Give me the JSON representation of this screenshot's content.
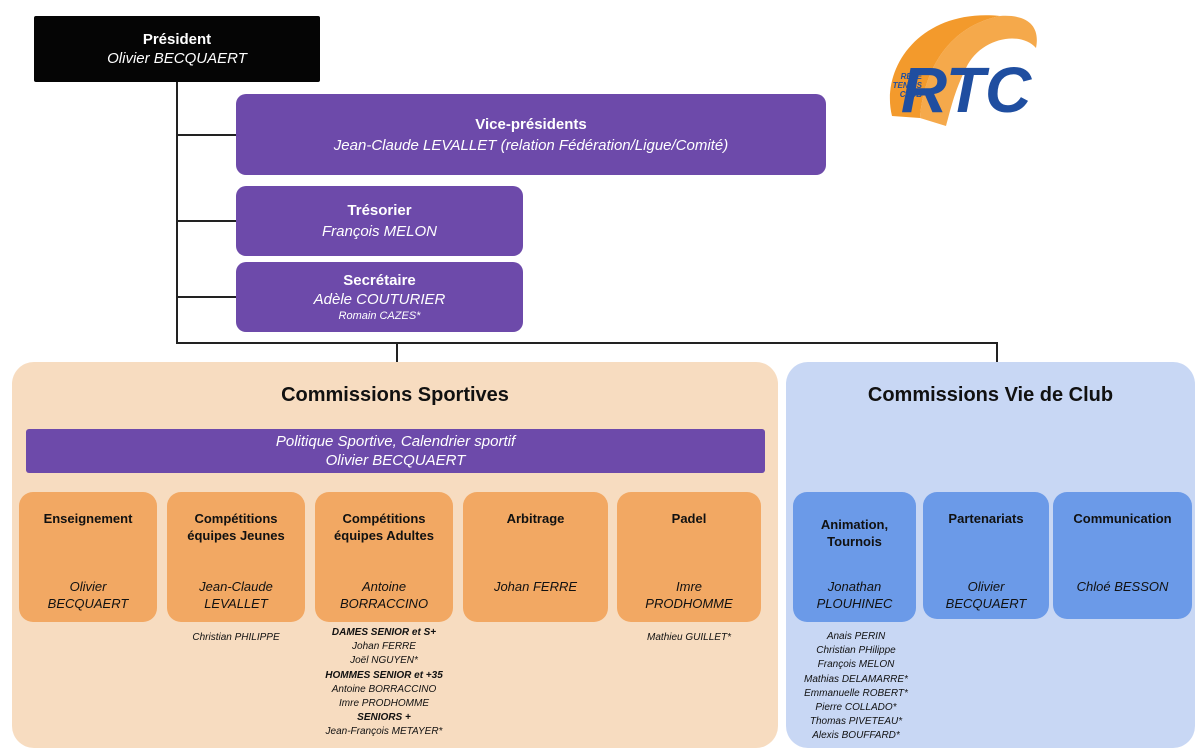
{
  "president": {
    "role": "Président",
    "name": "Olivier BECQUAERT"
  },
  "vice": {
    "role": "Vice-présidents",
    "name": "Jean-Claude LEVALLET  (relation Fédération/Ligue/Comité)"
  },
  "tresorier": {
    "role": "Trésorier",
    "name": "François MELON"
  },
  "secretaire": {
    "role": "Secrétaire",
    "name": "Adèle COUTURIER",
    "deputy": "Romain CAZES*"
  },
  "logo": {
    "line1": "REZÉ",
    "line2": "TENNIS",
    "line3": "CLUB",
    "mark": "RTC",
    "accent": "#f39a2c",
    "ink": "#1f4ea0"
  },
  "sportives": {
    "title": "Commissions Sportives",
    "politique": {
      "role": "Politique Sportive, Calendrier sportif",
      "name": "Olivier BECQUAERT"
    },
    "commissions": [
      {
        "title": "Enseignement",
        "name": "Olivier BECQUAERT",
        "members": []
      },
      {
        "title": "Compétitions équipes Jeunes",
        "name": "Jean-Claude LEVALLET",
        "members": [
          "Christian PHILIPPE"
        ]
      },
      {
        "title": "Compétitions équipes Adultes",
        "name": "Antoine BORRACCINO",
        "members": []
      },
      {
        "title": "Arbitrage",
        "name": "Johan FERRE",
        "members": []
      },
      {
        "title": "Padel",
        "name": "Imre PRODHOMME",
        "members": [
          "Mathieu GUILLET*"
        ]
      }
    ],
    "adultes_groups": [
      {
        "heading": "DAMES SENIOR et S+",
        "members": [
          "Johan FERRE",
          "Joël NGUYEN*"
        ]
      },
      {
        "heading": "HOMMES SENIOR et +35",
        "members": [
          "Antoine BORRACCINO",
          "Imre PRODHOMME"
        ]
      },
      {
        "heading": "SENIORS +",
        "members": [
          "Jean-François METAYER*"
        ]
      }
    ]
  },
  "vie_club": {
    "title": "Commissions Vie de Club",
    "commissions": [
      {
        "title": "Animation, Tournois",
        "name": "Jonathan PLOUHINEC",
        "members": [
          "Anais PERIN",
          "Christian PHilippe",
          "François MELON",
          "Mathias DELAMARRE*",
          "Emmanuelle ROBERT*",
          "Pierre COLLADO*",
          "Thomas PIVETEAU*",
          "Alexis BOUFFARD*"
        ]
      },
      {
        "title": "Partenariats",
        "name": "Olivier BECQUAERT",
        "members": []
      },
      {
        "title": "Communication",
        "name": "Chloé BESSON",
        "members": []
      }
    ]
  },
  "colors": {
    "black_box": "#050505",
    "purple": "#6d4aaa",
    "orange_panel": "#f7dcc0",
    "orange_box": "#f2a863",
    "blue_panel": "#c8d7f4",
    "blue_box": "#6b9ae8"
  }
}
